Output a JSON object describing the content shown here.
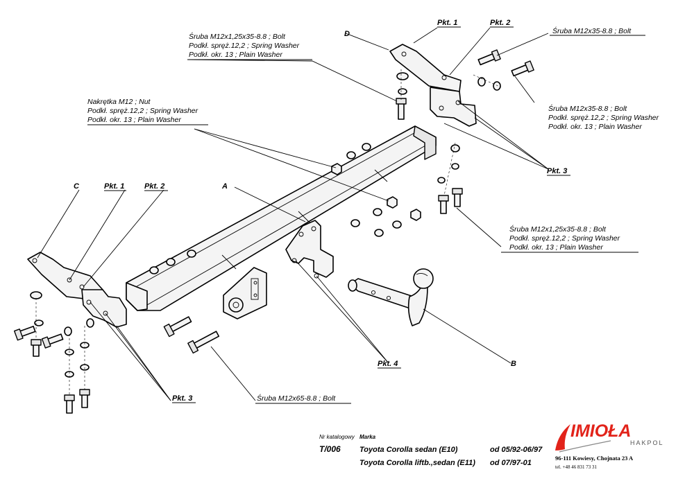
{
  "callouts": {
    "pkt1_top": "Pkt. 1",
    "pkt2_top": "Pkt. 2",
    "pkt1_left": "Pkt. 1",
    "pkt2_left": "Pkt. 2",
    "pkt3_right": "Pkt. 3",
    "pkt3_left": "Pkt. 3",
    "pkt4": "Pkt. 4",
    "label_a": "A",
    "label_b": "B",
    "label_c": "C",
    "label_d": "D"
  },
  "notes": {
    "top_bolt": [
      "Śruba M12x1,25x35-8.8 ;  Bolt",
      "Podkł. spręż.12,2 ; Spring Washer",
      "Podkł. okr. 13 ; Plain Washer"
    ],
    "right_top_bolt": "Śruba M12x35-8.8 ;  Bolt",
    "right_mid_bolt": [
      "Śruba M12x35-8.8 ;  Bolt",
      "Podkł. spręż.12,2 ; Spring Washer",
      "Podkł. okr. 13 ; Plain Washer"
    ],
    "nut": [
      "Nakrętka  M12 ; Nut",
      "Podkł. spręż.12,2 ; Spring Washer",
      "Podkł. okr. 13 ; Plain Washer"
    ],
    "right_low_bolt": [
      "Śruba M12x1,25x35-8.8 ;  Bolt",
      "Podkł. spręż.12,2 ; Spring Washer",
      "Podkł. okr. 13 ; Plain Washer"
    ],
    "long_bolt": "Śruba M12x65-8.8 ;  Bolt"
  },
  "footer": {
    "catalog_header": "Nr katalogowy",
    "brand_header": "Marka",
    "catalog_no": "T/006",
    "models": [
      {
        "name": "Toyota Corolla sedan (E10)",
        "period": "od 05/92-06/97"
      },
      {
        "name": "Toyota Corolla liftb.,sedan (E11)",
        "period": "od  07/97-01"
      }
    ]
  },
  "company": {
    "logo": "IMIOŁA",
    "sub": "HAKPOL",
    "address": "96-111 Kowiesy, Chojnata 23 A",
    "phone": "tel. +48 46 831 73 31"
  },
  "colors": {
    "logo": "#e2231a",
    "ink": "#000000"
  }
}
